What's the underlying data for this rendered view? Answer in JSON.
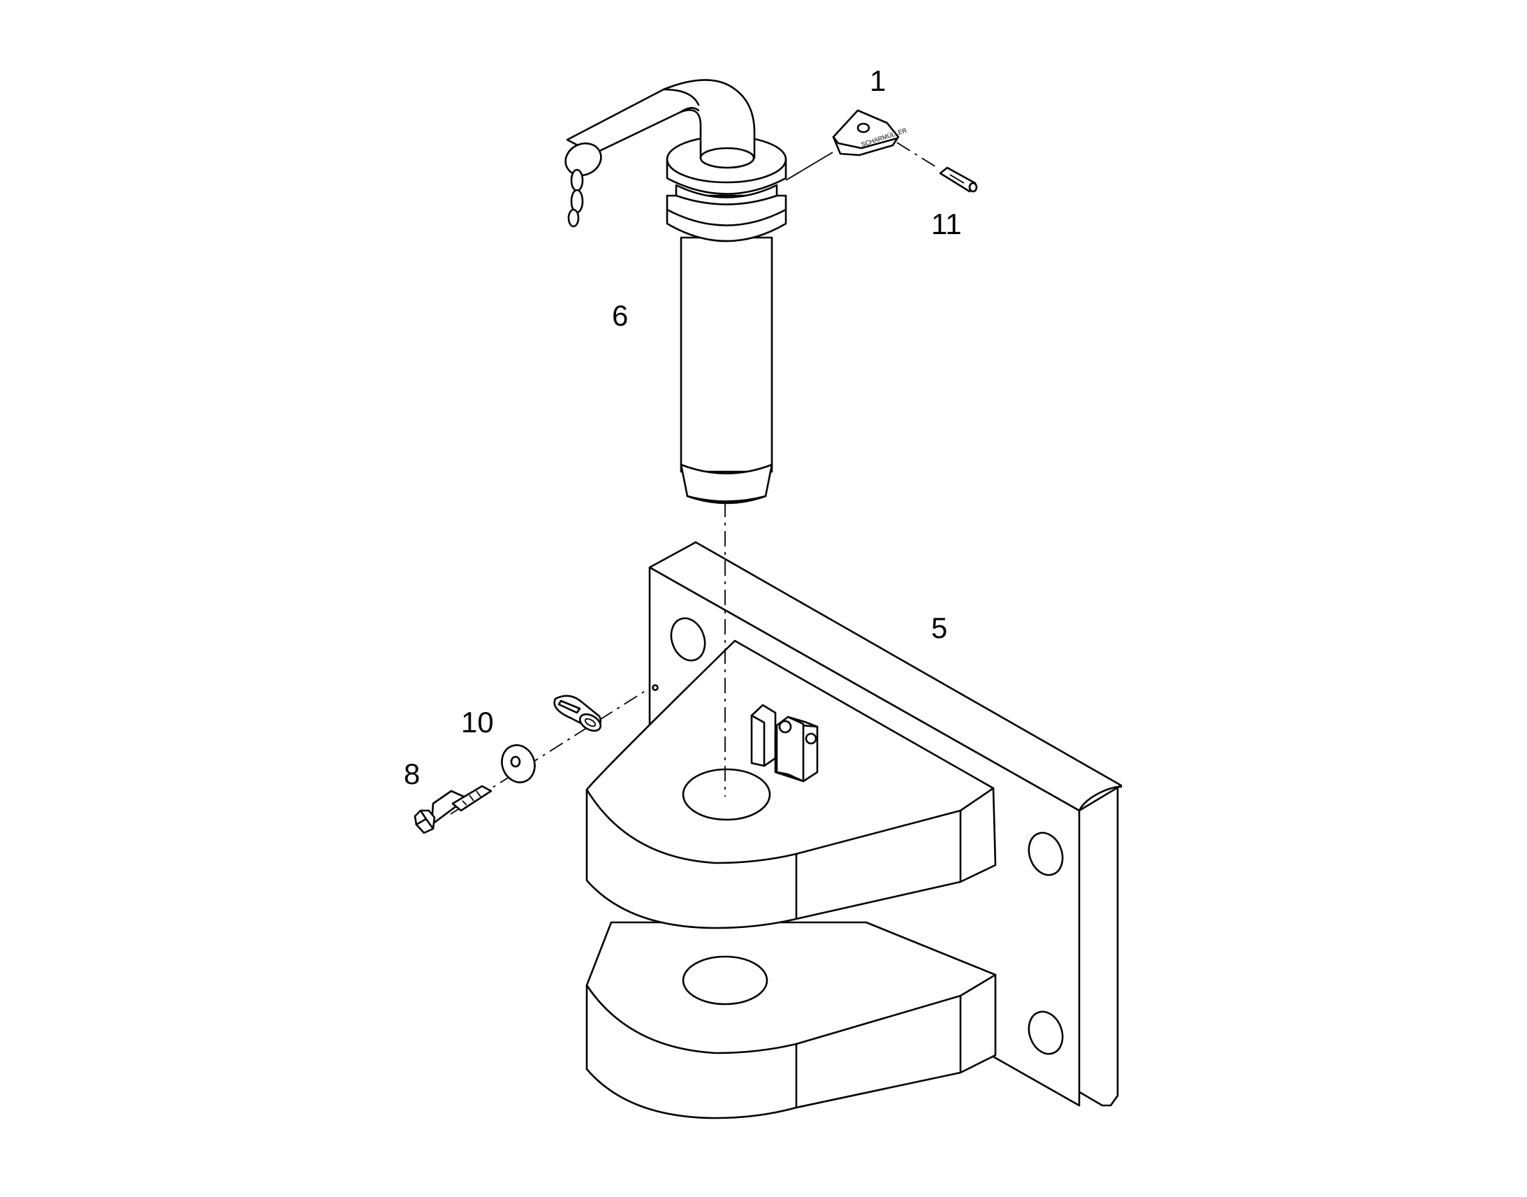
{
  "callouts": [
    {
      "id": "1",
      "label": "1"
    },
    {
      "id": "11",
      "label": "11"
    },
    {
      "id": "6",
      "label": "6"
    },
    {
      "id": "5",
      "label": "5"
    },
    {
      "id": "10",
      "label": "10"
    },
    {
      "id": "8",
      "label": "8"
    }
  ],
  "part_markings": {
    "retainer_text": "SCHARMÜLLER"
  }
}
